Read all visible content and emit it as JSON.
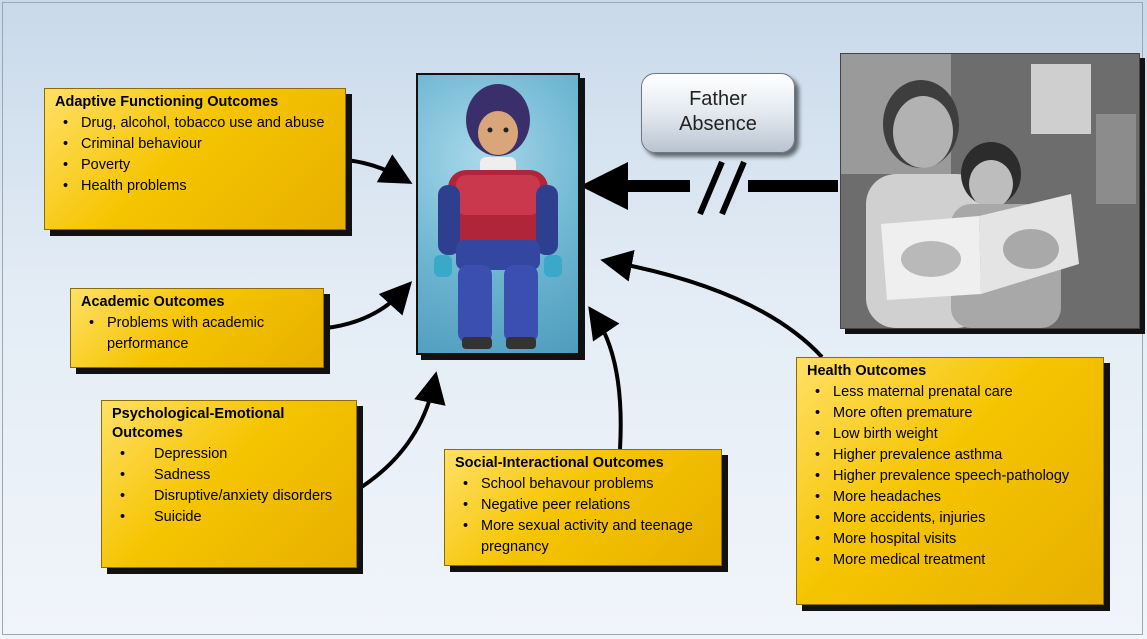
{
  "father_absence": {
    "line1": "Father",
    "line2": "Absence"
  },
  "adaptive": {
    "title": "Adaptive Functioning Outcomes",
    "items": [
      "Drug, alcohol, tobacco use and abuse",
      "Criminal behaviour",
      "Poverty",
      "Health problems"
    ]
  },
  "academic": {
    "title": "Academic Outcomes",
    "items": [
      "Problems with academic performance"
    ]
  },
  "psych": {
    "title": "Psychological-Emotional Outcomes",
    "items": [
      "Depression",
      "Sadness",
      "Disruptive/anxiety disorders",
      "Suicide"
    ]
  },
  "social": {
    "title": "Social-Interactional Outcomes",
    "items": [
      "School behavour problems",
      "Negative peer relations",
      "More sexual activity and teenage pregnancy"
    ]
  },
  "health": {
    "title": "Health Outcomes",
    "items": [
      "Less maternal prenatal care",
      "More often premature",
      "Low birth weight",
      "Higher prevalence asthma",
      "Higher prevalence speech-pathology",
      "More headaches",
      "More accidents, injuries",
      "More hospital visits",
      "More medical treatment"
    ]
  },
  "colors": {
    "box_fill": "#f5c400",
    "arrow": "#000000",
    "bubble": "#e4e9ef"
  }
}
